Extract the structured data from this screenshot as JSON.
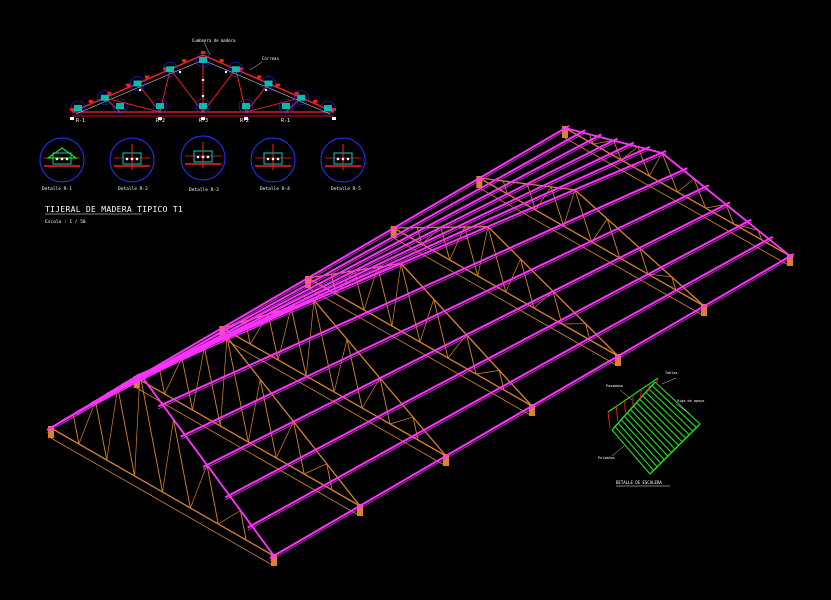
{
  "colors": {
    "background": "#000000",
    "purlin": "#ff33ff",
    "truss": "#d9822b",
    "detail_ring": "#2233ff",
    "detail_fill": "#00cccc",
    "chord_red": "#ff2020",
    "stair": "#22dd22",
    "text": "#ffffff"
  },
  "truss_elevation": {
    "top_labels": [
      "Cumbrera de madera",
      "Correas"
    ],
    "bottom_labels": [
      "R-1",
      "R-2",
      "R-3",
      "R-2",
      "R-1"
    ]
  },
  "details": [
    {
      "label": "Detalle R-1"
    },
    {
      "label": "Detalle R-2"
    },
    {
      "label": "Detalle R-3"
    },
    {
      "label": "Detalle R-4"
    },
    {
      "label": "Detalle R-5"
    }
  ],
  "title": {
    "main": "TIJERAL DE MADERA TIPICO T1",
    "scale": "Escala : 1 / 50"
  },
  "stair_detail": {
    "title": "DETALLE DE ESCALERA",
    "notes": [
      "Pasamano",
      "Tablas",
      "Viga de apoyo",
      "Peldaños"
    ]
  }
}
